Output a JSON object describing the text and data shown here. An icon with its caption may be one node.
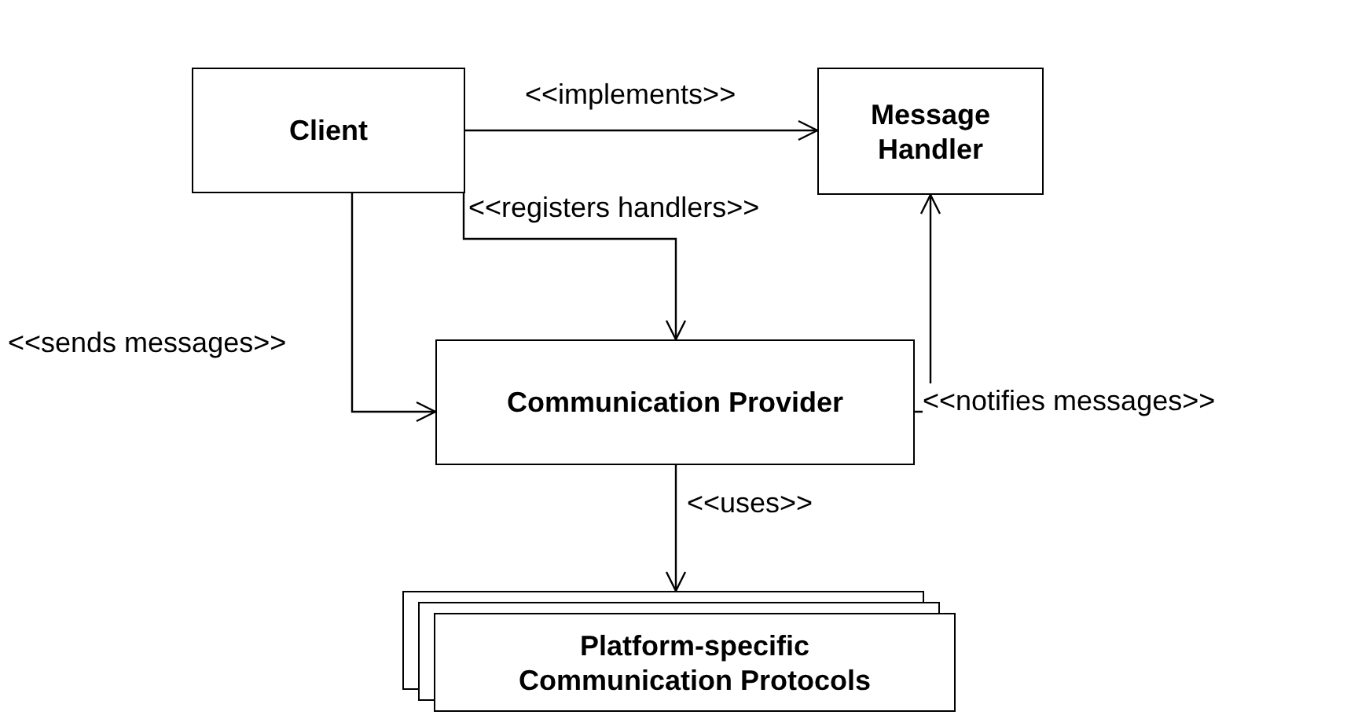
{
  "diagram": {
    "nodes": [
      {
        "text": [
          "Client"
        ]
      },
      {
        "text": [
          "Message Handler"
        ]
      },
      {
        "text": [
          "Communication Provider"
        ]
      },
      {
        "text": [
          "Platform-specific Communication Protocols"
        ]
      }
    ],
    "edges": [
      {
        "from": 0,
        "to": 1,
        "arrow": "to",
        "label": "<<implements>>"
      },
      {
        "from": 0,
        "to": 2,
        "arrow": "to",
        "label": "<<registers handlers>>"
      },
      {
        "from": 0,
        "to": 2,
        "arrow": "to",
        "label": "<<sends messages>>"
      },
      {
        "from": 2,
        "to": 1,
        "arrow": "to",
        "label": "<<notifies messages>>"
      },
      {
        "from": 2,
        "to": 3,
        "arrow": "to",
        "label": "<<uses>>"
      }
    ]
  }
}
